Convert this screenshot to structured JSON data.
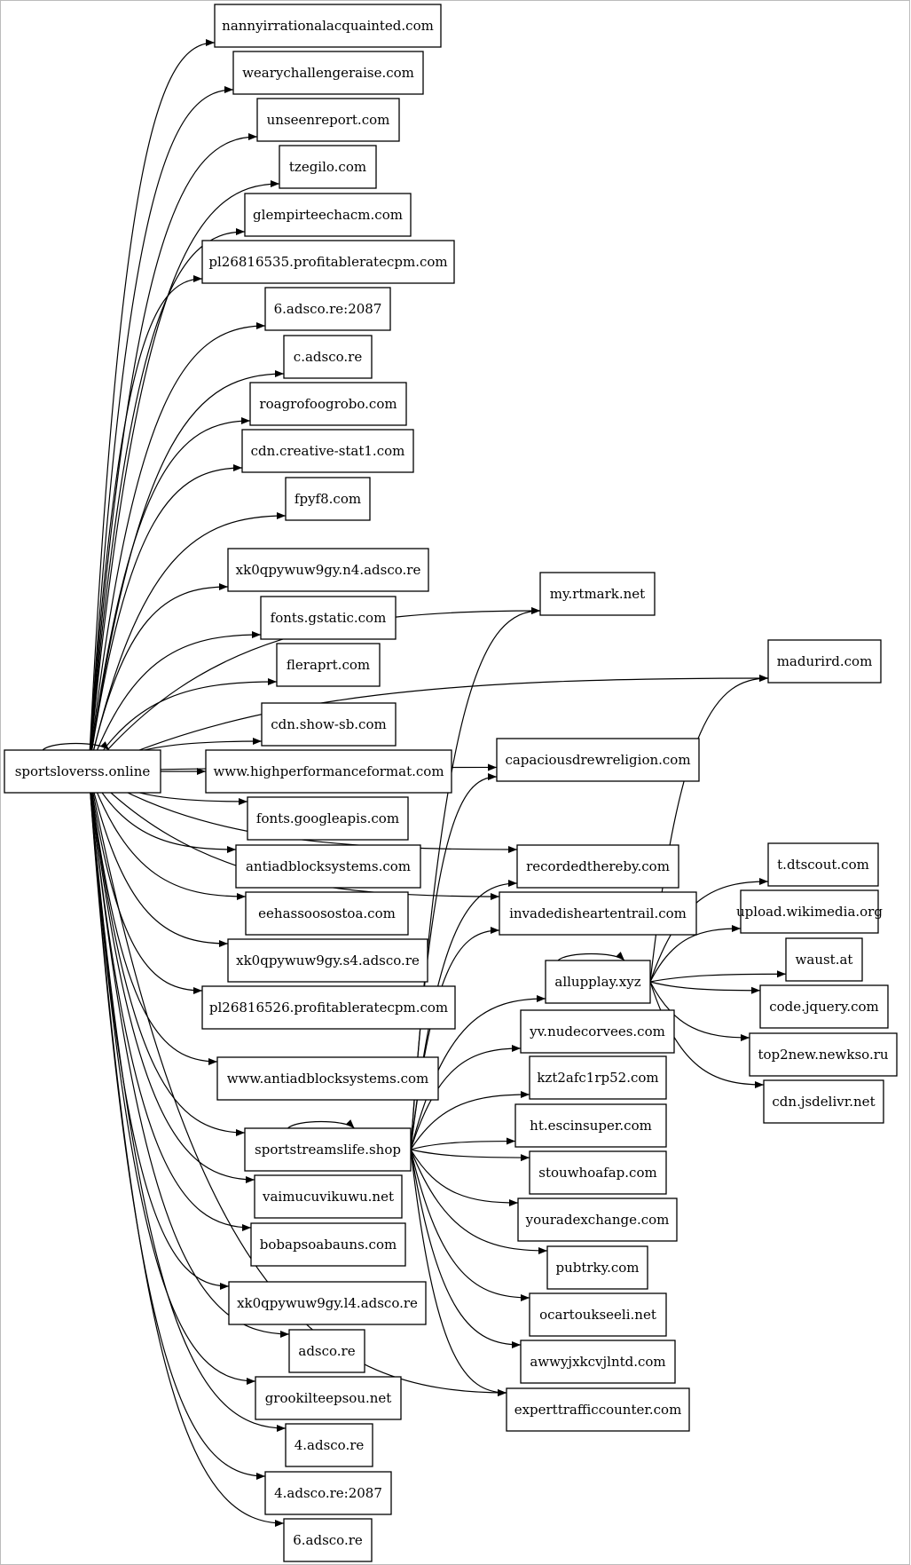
{
  "graph": {
    "type": "directed-graph",
    "nodes": [
      {
        "id": "sportsloverss",
        "label": "sportsloverss.online"
      },
      {
        "id": "nanny",
        "label": "nannyirrationalacquainted.com"
      },
      {
        "id": "weary",
        "label": "wearychallengeraise.com"
      },
      {
        "id": "unseen",
        "label": "unseenreport.com"
      },
      {
        "id": "tzegilo",
        "label": "tzegilo.com"
      },
      {
        "id": "glempir",
        "label": "glempirteechacm.com"
      },
      {
        "id": "pl535",
        "label": "pl26816535.profitableratecpm.com"
      },
      {
        "id": "adsco6p",
        "label": "6.adsco.re:2087"
      },
      {
        "id": "cadsco",
        "label": "c.adsco.re"
      },
      {
        "id": "roagro",
        "label": "roagrofoogrobo.com"
      },
      {
        "id": "creative",
        "label": "cdn.creative-stat1.com"
      },
      {
        "id": "fpyf8",
        "label": "fpyf8.com"
      },
      {
        "id": "n4adsco",
        "label": "xk0qpywuw9gy.n4.adsco.re"
      },
      {
        "id": "gstatic",
        "label": "fonts.gstatic.com"
      },
      {
        "id": "fleraprt",
        "label": "fleraprt.com"
      },
      {
        "id": "showsb",
        "label": "cdn.show-sb.com"
      },
      {
        "id": "highperf",
        "label": "www.highperformanceformat.com"
      },
      {
        "id": "googleapis",
        "label": "fonts.googleapis.com"
      },
      {
        "id": "antiadblock",
        "label": "antiadblocksystems.com"
      },
      {
        "id": "eehasso",
        "label": "eehassoosostoa.com"
      },
      {
        "id": "s4adsco",
        "label": "xk0qpywuw9gy.s4.adsco.re"
      },
      {
        "id": "pl526",
        "label": "pl26816526.profitableratecpm.com"
      },
      {
        "id": "wwwanti",
        "label": "www.antiadblocksystems.com"
      },
      {
        "id": "streams",
        "label": "sportstreamslife.shop"
      },
      {
        "id": "vaimu",
        "label": "vaimucuvikuwu.net"
      },
      {
        "id": "bobap",
        "label": "bobapsoabauns.com"
      },
      {
        "id": "l4adsco",
        "label": "xk0qpywuw9gy.l4.adsco.re"
      },
      {
        "id": "adsco",
        "label": "adsco.re"
      },
      {
        "id": "grookil",
        "label": "grookilteepsou.net"
      },
      {
        "id": "adsco4",
        "label": "4.adsco.re"
      },
      {
        "id": "adsco4p",
        "label": "4.adsco.re:2087"
      },
      {
        "id": "adsco6",
        "label": "6.adsco.re"
      },
      {
        "id": "rtmark",
        "label": "my.rtmark.net"
      },
      {
        "id": "madurird",
        "label": "madurird.com"
      },
      {
        "id": "capacious",
        "label": "capaciousdrewreligion.com"
      },
      {
        "id": "recorded",
        "label": "recordedthereby.com"
      },
      {
        "id": "invaded",
        "label": "invadedisheartentrail.com"
      },
      {
        "id": "allupplay",
        "label": "allupplay.xyz"
      },
      {
        "id": "yvnude",
        "label": "yv.nudecorvees.com"
      },
      {
        "id": "kzt2",
        "label": "kzt2afc1rp52.com"
      },
      {
        "id": "htesc",
        "label": "ht.escinsuper.com"
      },
      {
        "id": "stouw",
        "label": "stouwhoafap.com"
      },
      {
        "id": "youradex",
        "label": "youradexchange.com"
      },
      {
        "id": "pubtrky",
        "label": "pubtrky.com"
      },
      {
        "id": "ocartou",
        "label": "ocartoukseeli.net"
      },
      {
        "id": "awwyj",
        "label": "awwyjxkcvjlntd.com"
      },
      {
        "id": "expert",
        "label": "experttrafficcounter.com"
      },
      {
        "id": "dtscout",
        "label": "t.dtscout.com"
      },
      {
        "id": "wikimedia",
        "label": "upload.wikimedia.org"
      },
      {
        "id": "waust",
        "label": "waust.at"
      },
      {
        "id": "jquery",
        "label": "code.jquery.com"
      },
      {
        "id": "newkso",
        "label": "top2new.newkso.ru"
      },
      {
        "id": "jsdelivr",
        "label": "cdn.jsdelivr.net"
      }
    ],
    "edges": [
      [
        "sportsloverss",
        "sportsloverss"
      ],
      [
        "sportsloverss",
        "nanny"
      ],
      [
        "sportsloverss",
        "weary"
      ],
      [
        "sportsloverss",
        "unseen"
      ],
      [
        "sportsloverss",
        "tzegilo"
      ],
      [
        "sportsloverss",
        "glempir"
      ],
      [
        "sportsloverss",
        "pl535"
      ],
      [
        "sportsloverss",
        "adsco6p"
      ],
      [
        "sportsloverss",
        "cadsco"
      ],
      [
        "sportsloverss",
        "roagro"
      ],
      [
        "sportsloverss",
        "creative"
      ],
      [
        "sportsloverss",
        "fpyf8"
      ],
      [
        "sportsloverss",
        "rtmark"
      ],
      [
        "sportsloverss",
        "madurird"
      ],
      [
        "sportsloverss",
        "n4adsco"
      ],
      [
        "sportsloverss",
        "gstatic"
      ],
      [
        "sportsloverss",
        "fleraprt"
      ],
      [
        "sportsloverss",
        "capacious"
      ],
      [
        "sportsloverss",
        "showsb"
      ],
      [
        "sportsloverss",
        "highperf"
      ],
      [
        "sportsloverss",
        "googleapis"
      ],
      [
        "sportsloverss",
        "antiadblock"
      ],
      [
        "sportsloverss",
        "eehasso"
      ],
      [
        "sportsloverss",
        "s4adsco"
      ],
      [
        "sportsloverss",
        "pl526"
      ],
      [
        "sportsloverss",
        "recorded"
      ],
      [
        "sportsloverss",
        "invaded"
      ],
      [
        "sportsloverss",
        "wwwanti"
      ],
      [
        "sportsloverss",
        "streams"
      ],
      [
        "sportsloverss",
        "vaimu"
      ],
      [
        "sportsloverss",
        "bobap"
      ],
      [
        "sportsloverss",
        "expert"
      ],
      [
        "sportsloverss",
        "l4adsco"
      ],
      [
        "sportsloverss",
        "adsco"
      ],
      [
        "sportsloverss",
        "grookil"
      ],
      [
        "sportsloverss",
        "adsco4"
      ],
      [
        "sportsloverss",
        "adsco4p"
      ],
      [
        "sportsloverss",
        "adsco6"
      ],
      [
        "streams",
        "streams"
      ],
      [
        "streams",
        "rtmark"
      ],
      [
        "streams",
        "capacious"
      ],
      [
        "streams",
        "recorded"
      ],
      [
        "streams",
        "invaded"
      ],
      [
        "streams",
        "allupplay"
      ],
      [
        "streams",
        "yvnude"
      ],
      [
        "streams",
        "kzt2"
      ],
      [
        "streams",
        "htesc"
      ],
      [
        "streams",
        "stouw"
      ],
      [
        "streams",
        "youradex"
      ],
      [
        "streams",
        "pubtrky"
      ],
      [
        "streams",
        "ocartou"
      ],
      [
        "streams",
        "awwyj"
      ],
      [
        "streams",
        "expert"
      ],
      [
        "allupplay",
        "allupplay"
      ],
      [
        "allupplay",
        "madurird"
      ],
      [
        "allupplay",
        "dtscout"
      ],
      [
        "allupplay",
        "wikimedia"
      ],
      [
        "allupplay",
        "waust"
      ],
      [
        "allupplay",
        "jquery"
      ],
      [
        "allupplay",
        "newkso"
      ],
      [
        "allupplay",
        "jsdelivr"
      ]
    ]
  }
}
